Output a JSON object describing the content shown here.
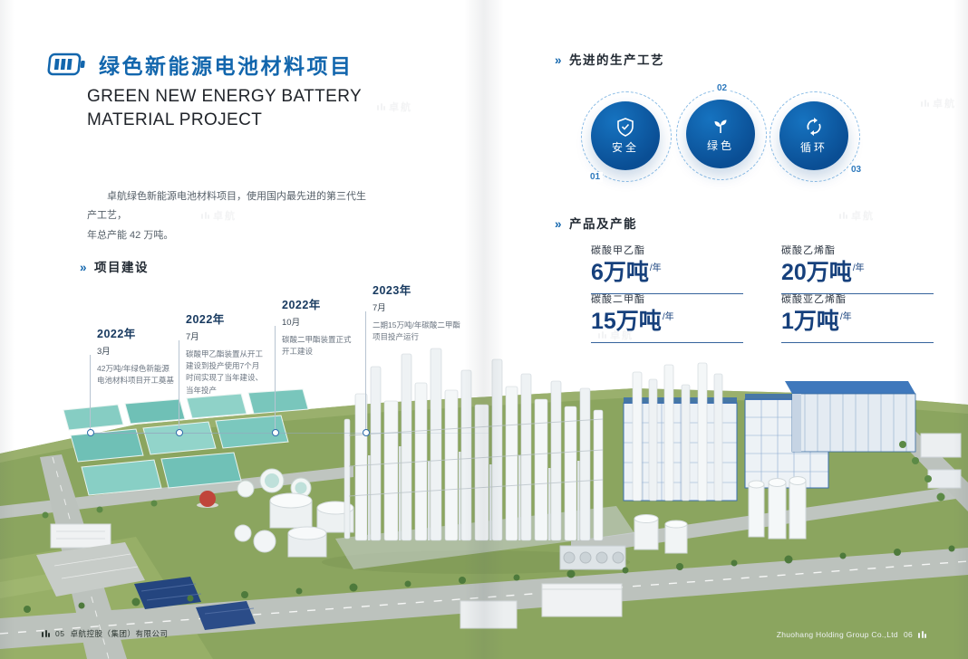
{
  "sections": {
    "chevron": "»",
    "construction": "项目建设",
    "process": "先进的生产工艺",
    "products": "产品及产能"
  },
  "header": {
    "title_cn": "绿色新能源电池材料项目",
    "title_en_line1": "GREEN NEW ENERGY BATTERY",
    "title_en_line2": "MATERIAL PROJECT",
    "intro": "卓航绿色新能源电池材料项目，使用国内最先进的第三代生产工艺，\n年总产能 42 万吨。"
  },
  "construction": {
    "milestones": [
      {
        "year": "2022年",
        "month": "3月",
        "desc": "42万吨/年绿色新能源\n电池材料项目开工奠基"
      },
      {
        "year": "2022年",
        "month": "7月",
        "desc": "碳酸甲乙酯装置从开工\n建设到投产使用7个月\n时间实现了当年建设、\n当年投产"
      },
      {
        "year": "2022年",
        "month": "10月",
        "desc": "碳酸二甲酯装置正式\n开工建设"
      },
      {
        "year": "2023年",
        "month": "7月",
        "desc": "二期15万吨/年碳酸二甲酯\n项目投产运行"
      }
    ]
  },
  "process": {
    "badges": [
      {
        "num": "01",
        "label": "安全",
        "icon": "shield"
      },
      {
        "num": "02",
        "label": "绿色",
        "icon": "leaf"
      },
      {
        "num": "03",
        "label": "循环",
        "icon": "recycle"
      }
    ]
  },
  "products": {
    "items": [
      {
        "name": "碳酸甲乙酯",
        "value": "6万吨",
        "unit": "/年"
      },
      {
        "name": "碳酸乙烯酯",
        "value": "20万吨",
        "unit": "/年"
      },
      {
        "name": "碳酸二甲酯",
        "value": "15万吨",
        "unit": "/年"
      },
      {
        "name": "碳酸亚乙烯酯",
        "value": "1万吨",
        "unit": "/年"
      }
    ]
  },
  "footer": {
    "left_num": "05",
    "left_text": "卓航控股（集团）有限公司",
    "right_text": "Zhuohang Holding Group Co.,Ltd",
    "right_num": "06"
  },
  "watermark": {
    "text": "卓航"
  },
  "colors": {
    "brand_blue": "#1266ad",
    "deep_navy": "#16407c",
    "badge_blue": "#0a4e94"
  }
}
